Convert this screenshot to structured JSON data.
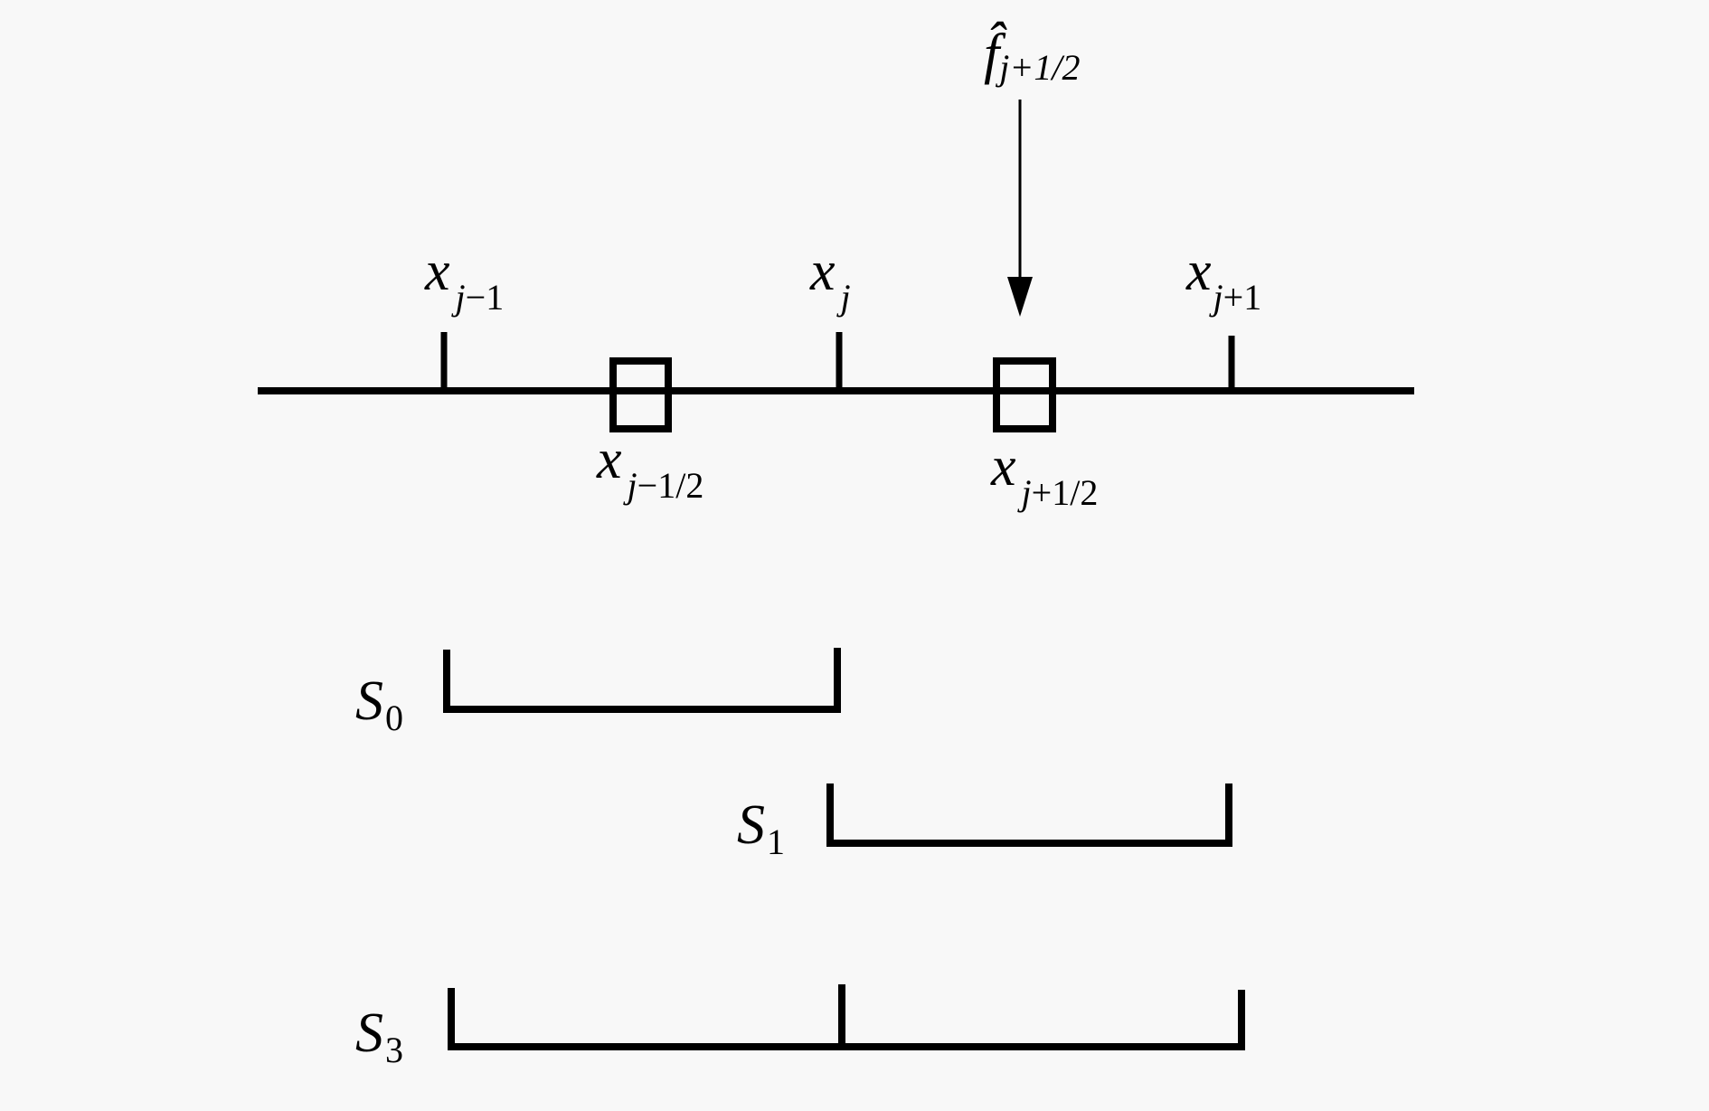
{
  "flux_label": {
    "main": "f̂",
    "sub": "j+1/2"
  },
  "nodes": [
    {
      "main": "x",
      "sub": "j",
      "sub2": "−1"
    },
    {
      "main": "x",
      "sub": "j",
      "sub2": ""
    },
    {
      "main": "x",
      "sub": "j",
      "sub2": "+1"
    }
  ],
  "half_nodes": [
    {
      "main": "x",
      "sub": "j",
      "sub2": "−1/2"
    },
    {
      "main": "x",
      "sub": "j",
      "sub2": "+1/2"
    }
  ],
  "stencils": [
    {
      "main": "S",
      "sub": "0"
    },
    {
      "main": "S",
      "sub": "1"
    },
    {
      "main": "S",
      "sub": "3"
    }
  ]
}
